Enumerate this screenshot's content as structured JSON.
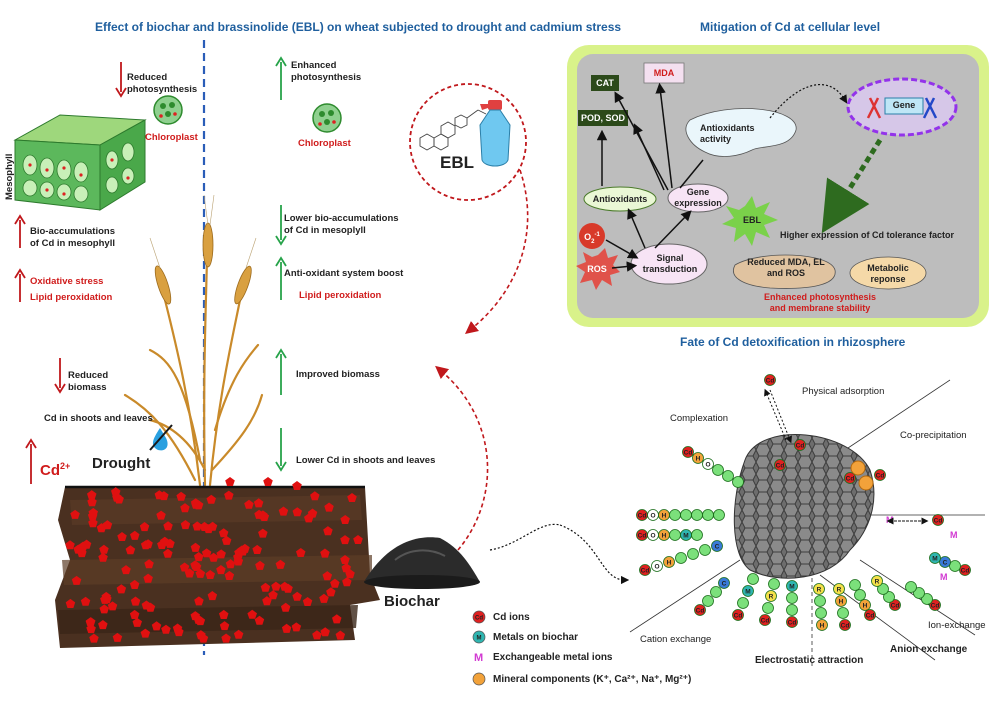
{
  "titles": {
    "main": "Effect of biochar and brassinolide (EBL) on wheat subjected to drought and cadmium stress",
    "cellular": "Mitigation of Cd at cellular level",
    "rhizosphere": "Fate of Cd detoxification in rhizosphere"
  },
  "left_panel": {
    "reduced_photosynthesis": [
      "Reduced",
      "photosynthesis"
    ],
    "chloroplast_left": "Chloroplast",
    "mesophyll": "Mesophyll",
    "bio_accumulations": [
      "Bio-accumulations",
      "of Cd in mesophyll"
    ],
    "oxidative_stress": "Oxidative stress",
    "lipid_peroxidation_left": "Lipid peroxidation",
    "reduced_biomass": [
      "Reduced",
      "biomass"
    ],
    "cd_shoots_left": "Cd in shoots and leaves",
    "cd2": "Cd",
    "cd2_sup": "2+",
    "drought": "Drought"
  },
  "right_of_plant": {
    "enhanced_photosynthesis": [
      "Enhanced",
      "photosynthesis"
    ],
    "chloroplast_right": "Chloroplast",
    "lower_bio": [
      "Lower bio-accumulations",
      "of Cd in mesoplyll"
    ],
    "antioxidant_boost": "Anti-oxidant system boost",
    "lipid_peroxidation_right": "Lipid peroxidation",
    "improved_biomass": "Improved biomass",
    "lower_cd": "Lower Cd in shoots and leaves",
    "ebl": "EBL",
    "biochar": "Biochar"
  },
  "cellular": {
    "cat": "CAT",
    "mda": "MDA",
    "pod_sod": "POD, SOD",
    "antioxidants_activity": [
      "Antioxidants",
      "activity"
    ],
    "gene": "Gene",
    "antioxidants": "Antioxidants",
    "gene_expression": [
      "Gene",
      "expression"
    ],
    "ebl_star": "EBL",
    "higher_expression": "Higher expression of Cd tolerance factor",
    "o2": "O",
    "o2_sub": "2",
    "o2_sup": "-1",
    "ros": "ROS",
    "signal": [
      "Signal",
      "transduction"
    ],
    "reduced_mda": [
      "Reduced MDA, EL",
      "and ROS"
    ],
    "metabolic": [
      "Metabolic",
      "reponse"
    ],
    "enhanced": [
      "Enhanced photosynthesis",
      "and membrane stability"
    ]
  },
  "rhizosphere": {
    "physical_adsorption": "Physical adsorption",
    "complexation": "Complexation",
    "co_precipitation": "Co-precipitation",
    "ion_exchange": "Ion-exchange",
    "cation_exchange": "Cation exchange",
    "electrostatic": "Electrostatic attraction",
    "anion_exchange": "Anion exchange",
    "cd_label": "Cd",
    "m_label": "M",
    "o_label": "O",
    "h_label": "H",
    "c_label": "C",
    "r_label": "R"
  },
  "legend": [
    {
      "label": "Cd ions",
      "symbol": "Cd",
      "color": "#e02020"
    },
    {
      "label": "Metals on biochar",
      "symbol": "M",
      "color": "#2fb5b0"
    },
    {
      "label": "Exchangeable metal ions",
      "symbol": "M",
      "color": "#d23ad2"
    },
    {
      "label": "Mineral components (K⁺, Ca²⁺, Na⁺, Mg²⁺)",
      "symbol": "",
      "color": "#f2a23a"
    }
  ],
  "colors": {
    "title_blue": "#1f5f9e",
    "red": "#d01c1c",
    "green_arrow": "#27a34a",
    "cell_bg": "#bdbdbd",
    "cell_border": "#d9f28a",
    "soil": "#4a3020"
  }
}
